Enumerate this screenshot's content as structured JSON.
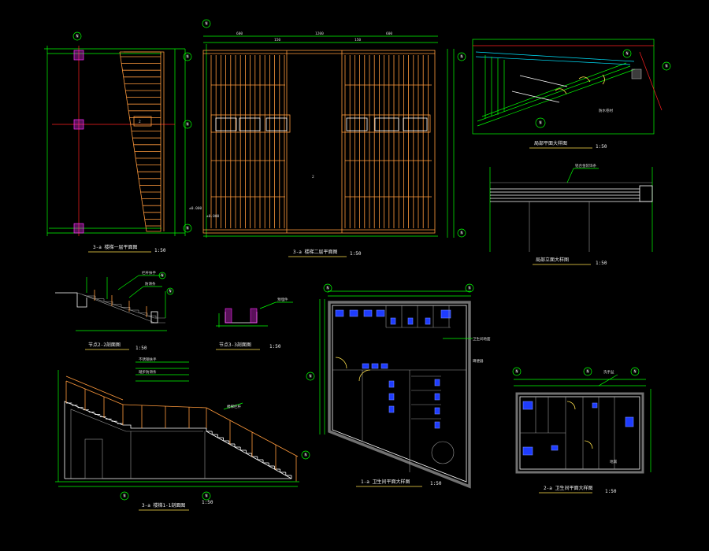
{
  "colors": {
    "background": "#000000",
    "dimension": "#00ff00",
    "axis": "#ff2020",
    "railing": "#ff9a3c",
    "wall": "#ffffff",
    "fixture": "#1e3cff",
    "caption_underline": "#ffe14d",
    "hatch": "#ff2dff"
  },
  "captions": {
    "d1": "3-a 楼梯一层平面图",
    "d2": "3-a 楼梯二层平面图",
    "d3": "局部平面大样图",
    "d4": "局部立面大样图",
    "d5": "节点2-2剖面图",
    "d6": "节点3-3剖面图",
    "d7": "3-a 楼梯1-1剖面图",
    "d8": "1-a 卫生间平面大样图",
    "d9": "2-a 卫生间平面大样图"
  },
  "scales": {
    "d1": "1:50",
    "d2": "1:50",
    "d3": "1:50",
    "d4": "1:50",
    "d5": "1:50",
    "d6": "1:50",
    "d7": "1:50",
    "d8": "1:50",
    "d9": "1:50"
  },
  "axis_bubbles": {
    "d1_top": "N",
    "d1_right_top": "N",
    "d1_right_mid": "N",
    "d1_right_bot": "N",
    "d2_top": "N",
    "d2_right_top": "N",
    "d2_right_bot": "N",
    "d3_a": "N",
    "d3_b": "N",
    "d3_c": "N",
    "d5_a": "N",
    "d5_b": "N",
    "d7_a": "N",
    "d7_b": "N",
    "d7_c": "N",
    "d8_a": "N",
    "d8_b": "N",
    "d8_c": "N",
    "d9_a": "N",
    "d9_b": "N",
    "d9_c": "N"
  },
  "dimensions": {
    "d2_top_total": "1200",
    "d2_top_left": "600",
    "d2_top_right": "600",
    "d2_top_left_b": "150",
    "d2_top_right_b": "150",
    "d2_mid_label": "2",
    "d1_mid_label": "2",
    "d1_level": "±0.000",
    "d2_level": "±0.000"
  },
  "annotations": {
    "d3_note": "防水卷材",
    "d4_note": "铝合金装饰条",
    "d5_note_a": "栏杆扶手",
    "d5_note_b": "防滑条",
    "d6_note": "预埋件",
    "d7_note_a": "不锈钢扶手",
    "d7_note_b": "踏步防滑条",
    "d7_note_c": "楼梯栏杆",
    "d8_note_a": "卫生间地面",
    "d8_note_b": "蹲便器",
    "d9_note_a": "洗手盆",
    "d9_note_b": "地漏"
  }
}
